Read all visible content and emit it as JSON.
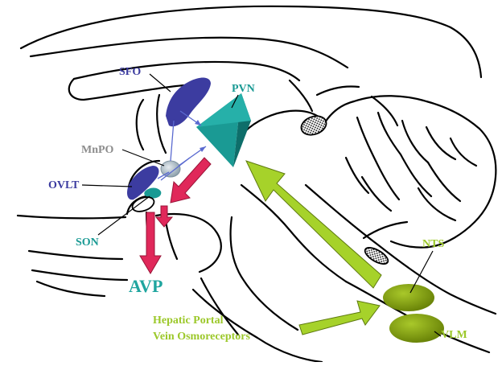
{
  "labels": {
    "sfo": "SFO",
    "pvn": "PVN",
    "mnpo": "MnPO",
    "ovlt": "OVLT",
    "son": "SON",
    "avp": "AVP",
    "nts": "NTS",
    "vlm": "VLM",
    "hepatic_line1": "Hepatic Portal",
    "hepatic_line2": "Vein Osmoreceptors"
  },
  "colors": {
    "outline": "#000000",
    "blue_nuclei": "#3c3ca0",
    "teal": "#1a9a94",
    "teal_dark": "#0e6e6a",
    "grey_label": "#8c8c8c",
    "mnpo_fill": "#b8c4cc",
    "red_arrow": "#e0285a",
    "green_arrow": "#a6d22a",
    "olive_nuclei": "#7e9a10",
    "green_label": "#9cc82a",
    "avp_teal": "#1fa59f"
  }
}
